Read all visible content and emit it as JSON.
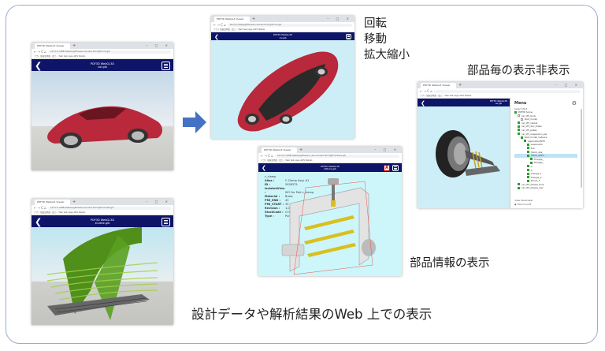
{
  "captions": {
    "rotate_zoom": [
      "回転",
      "移動",
      "拡大縮小"
    ],
    "part_visibility": "部品毎の表示非表示",
    "part_info": "部品情報の表示",
    "main": "設計データや解析結果のWeb 上での表示"
  },
  "colors": {
    "app_bar": "#0e1468",
    "viewport_sky": "#cdeef6",
    "arrow": "#4472c4",
    "frame_border": "#9aaecb"
  },
  "browser": {
    "tab_title": "PDF3D WebGL3 Viewer",
    "tab_new": "+",
    "window_controls": "– □ ×",
    "nav": "← → C ⌂",
    "bookmarks": "アプリ  取扱説明書 - 富士...  Web test page  AWS WebGL"
  },
  "windows": {
    "car_perspective": {
      "url": "127.0.0.1:8887/webGL/gltfViewer.v1/index.html?gltf=car.glb",
      "title_line1": "PDF3D WebGL3D",
      "title_line2": "car.glb"
    },
    "car_rotated": {
      "url": "file:///C:/webgl/gltfViewer.v1/index.html?gltf=car.glb",
      "title_line1": "PDF3D WebGL3D",
      "title_line2": "car.glb"
    },
    "shuttle": {
      "url": "127.0.0.1:8887/webGL/gltfViewer.v1/index.html?gltf=shuttle.glb",
      "title_line1": "PDF3D WebGL3D",
      "title_line2": "shuttle.glb"
    },
    "clamp": {
      "url": "127.0.0.1:8887/webGL/gltfViewer_dev.v1/index.html?gltf=kzthers.glb",
      "title_line1": "PDF3D WebGL3D",
      "title_line2": "kzthers.glb",
      "pdf_icon": "A",
      "properties_header": "c_clamp",
      "properties": [
        {
          "key": "Alias :",
          "value": "C-Clamp Assy #1"
        },
        {
          "key": "ID :",
          "value": "5928375"
        },
        {
          "key": "IsolatedView :",
          "value": "ISO For Part c_clamp"
        },
        {
          "key": "Material :",
          "value": "Brass"
        },
        {
          "key": "PMI_END :",
          "value": "43"
        },
        {
          "key": "PMI_START :",
          "value": "35"
        },
        {
          "key": "Revision :",
          "value": "1.0"
        },
        {
          "key": "StockCode :",
          "value": "CCSA01"
        },
        {
          "key": "Type :",
          "value": "Purchased"
        }
      ]
    },
    "suspension": {
      "title_line1": "PDF3D WebGL3D",
      "title_line2": "car.glb",
      "menu_title": "Menu",
      "select_part_label": "Select Part",
      "tree": [
        {
          "label": "PDF3D Scene",
          "depth": 0,
          "checked": true
        },
        {
          "label": "car_LT5_body",
          "depth": 1,
          "checked": false
        },
        {
          "label": "Root_model",
          "depth": 2,
          "checked": false
        },
        {
          "label": "car_LT5_caliper",
          "depth": 1,
          "checked": true
        },
        {
          "label": "car_LT5_disc_brake",
          "depth": 1,
          "checked": true
        },
        {
          "label": "car_LT5_plates",
          "depth": 1,
          "checked": true
        },
        {
          "label": "car_LT5_suspension_ass",
          "depth": 1,
          "checked": true
        },
        {
          "label": "Root_model_instance",
          "depth": 2,
          "checked": true
        },
        {
          "label": "ApplicationPDF3",
          "depth": 3,
          "checked": true
        },
        {
          "label": "suspension",
          "depth": 4,
          "checked": true
        },
        {
          "label": "tire",
          "depth": 4,
          "checked": true
        },
        {
          "label": "Shock_abs_",
          "depth": 4,
          "checked": true
        },
        {
          "label": "Shock_absor",
          "depth": 4,
          "checked": true,
          "selected": true
        },
        {
          "label": "Triangle_",
          "depth": 5,
          "checked": true
        },
        {
          "label": "Triangle_",
          "depth": 5,
          "checked": true
        },
        {
          "label": "0",
          "depth": 4,
          "checked": true
        },
        {
          "label": "0",
          "depth": 4,
          "checked": true
        },
        {
          "label": "triangle_1",
          "depth": 4,
          "checked": true
        },
        {
          "label": "triangle_2",
          "depth": 4,
          "checked": true
        },
        {
          "label": "Mount_F",
          "depth": 4,
          "checked": true
        },
        {
          "label": "car_LT5_wheels_front",
          "depth": 1,
          "checked": true
        },
        {
          "label": "car_LT5_wheels_rear",
          "depth": 1,
          "checked": true
        }
      ],
      "view_parameter_label": "View Parameter",
      "view_parameter_option": "Hand on/off"
    }
  }
}
